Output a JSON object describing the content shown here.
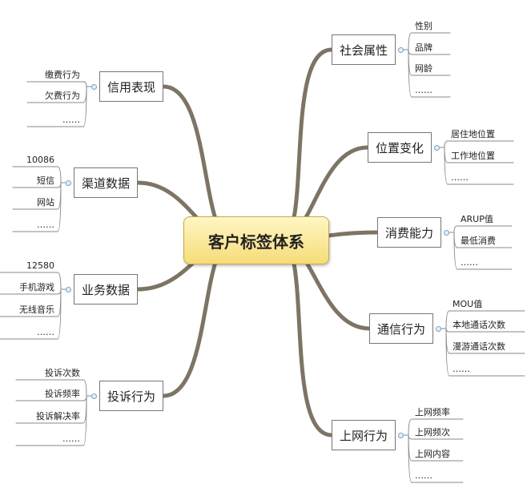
{
  "root": {
    "label": "客户标签体系"
  },
  "branches": [
    {
      "id": "social",
      "label": "社会属性",
      "side": "right",
      "leaves": [
        "性别",
        "品牌",
        "网龄",
        "……"
      ]
    },
    {
      "id": "location",
      "label": "位置变化",
      "side": "right",
      "leaves": [
        "居住地位置",
        "工作地位置",
        "……"
      ]
    },
    {
      "id": "consumption",
      "label": "消费能力",
      "side": "right",
      "leaves": [
        "ARUP值",
        "最低消费",
        "……"
      ]
    },
    {
      "id": "communication",
      "label": "通信行为",
      "side": "right",
      "leaves": [
        "MOU值",
        "本地通话次数",
        "漫游通话次数",
        "……"
      ]
    },
    {
      "id": "internet",
      "label": "上网行为",
      "side": "right",
      "leaves": [
        "上网频率",
        "上网频次",
        "上网内容",
        "……"
      ]
    },
    {
      "id": "credit",
      "label": "信用表现",
      "side": "left",
      "leaves": [
        "缴费行为",
        "欠费行为",
        "……"
      ]
    },
    {
      "id": "channel",
      "label": "渠道数据",
      "side": "left",
      "leaves": [
        "10086",
        "短信",
        "网站",
        "……"
      ]
    },
    {
      "id": "business",
      "label": "业务数据",
      "side": "left",
      "leaves": [
        "12580",
        "手机游戏",
        "无线音乐",
        "……"
      ]
    },
    {
      "id": "complaint",
      "label": "投诉行为",
      "side": "left",
      "leaves": [
        "投诉次数",
        "投诉频率",
        "投诉解决率",
        "……"
      ]
    }
  ]
}
